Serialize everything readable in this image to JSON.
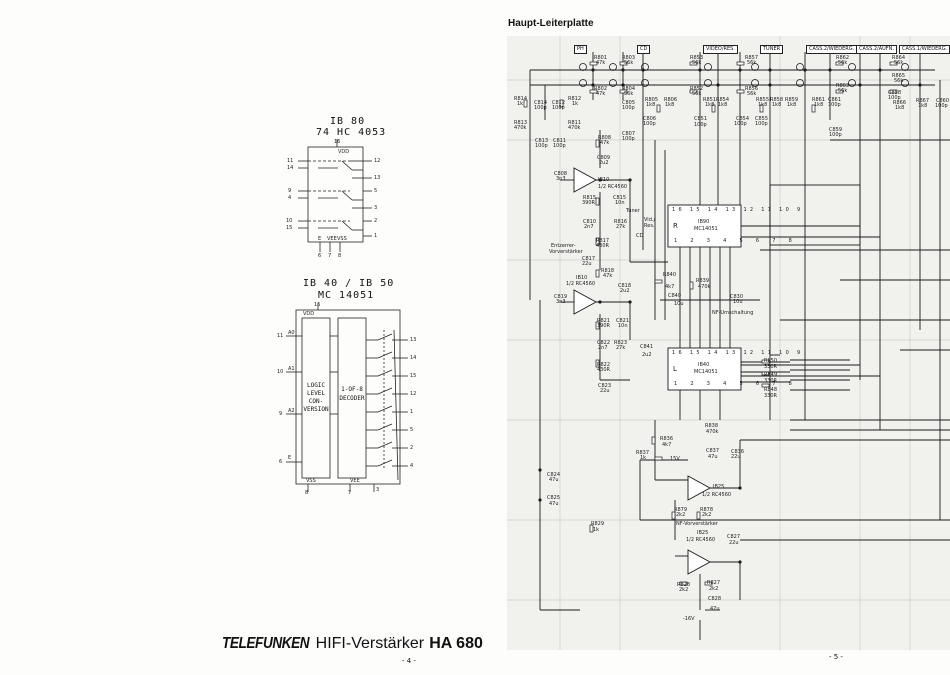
{
  "left_page": {
    "chip1": {
      "line1": "IB 80",
      "line2": "74 HC 4053",
      "pins": {
        "top": "16",
        "vdd": "VDD",
        "l11": "11",
        "l14": "14",
        "r12": "12",
        "r13": "13",
        "l9": "9",
        "l4": "4",
        "r5": "5",
        "r3": "3",
        "l10": "10",
        "l15": "15",
        "r2": "2",
        "r1": "1",
        "e": "E",
        "vee": "VEE",
        "vss": "VSS",
        "b6": "6",
        "b7": "7",
        "b8": "8"
      }
    },
    "chip2": {
      "line1": "IB 40 / IB 50",
      "line2": "MC 14051",
      "blocks": {
        "logic": [
          "LOGIC",
          "LEVEL",
          "CON-",
          "VERSION"
        ],
        "decoder": [
          "1-OF-8",
          "DECODER"
        ]
      },
      "pins": {
        "top": "16",
        "vdd": "VDD",
        "l11": "11",
        "l10": "10",
        "l9": "9",
        "l6": "6",
        "a0": "A0",
        "a1": "A1",
        "a2": "A2",
        "e": "E",
        "r13": "13",
        "r14": "14",
        "r15": "15",
        "r12": "12",
        "r1": "1",
        "r5": "5",
        "r2": "2",
        "r4": "4",
        "r3": "3",
        "vss": "VSS",
        "vee": "VEE",
        "b8": "8",
        "b7": "7"
      }
    },
    "footer": {
      "brand": "TELEFUNKEN",
      "model_prefix": "HIFI-Verstärker",
      "model": "HA 680",
      "page": "- 4 -"
    }
  },
  "right_page": {
    "title": "Haupt-Leiterplatte",
    "page": "- 5 -",
    "inputs": [
      "PH",
      "CD",
      "VIDEO/RES.",
      "TUNER",
      "CASS.2/WIEDERG.",
      "CASS.2/AUFN.",
      "CASS.1/WIEDERG."
    ],
    "blocks": {
      "ib90": {
        "name": "IB90",
        "type": "MC14051",
        "side": "R",
        "pins_top": [
          "16",
          "15",
          "14",
          "13",
          "12",
          "11",
          "10",
          "9"
        ],
        "pins_bot": [
          "1",
          "2",
          "3",
          "4",
          "5",
          "6",
          "7",
          "8"
        ]
      },
      "ib40": {
        "name": "IB40",
        "type": "MC14051",
        "side": "L",
        "pins_top": [
          "16",
          "15",
          "14",
          "13",
          "12",
          "11",
          "10",
          "9"
        ],
        "pins_bot": [
          "1",
          "2",
          "3",
          "4",
          "5",
          "6",
          "7",
          "8"
        ]
      },
      "ib10a": {
        "name": "IB10",
        "type": "1/2 RC4560"
      },
      "ib10b": {
        "name": "IB10",
        "type": "1/2 RC4560"
      },
      "ib25a": {
        "name": "IB25",
        "type": "1/2 RC4560"
      },
      "ib25b": {
        "name": "IB25",
        "type": "1/2 RC4560"
      }
    },
    "labels": {
      "entzerrer": [
        "Entzerrer-",
        "Vorverstärker"
      ],
      "nf_umschaltung": "NF-Umschaltung",
      "nf_vorverstaerker": "NF-Vorverstärker",
      "tuner": "Tuner",
      "vid_res": [
        "Vid./",
        "Res."
      ],
      "cd": "CD",
      "v15": "15V",
      "vminus": "-16V"
    },
    "components": [
      {
        "ref": "R801",
        "val": "47k"
      },
      {
        "ref": "R803",
        "val": "56k"
      },
      {
        "ref": "R853",
        "val": "56k"
      },
      {
        "ref": "R857",
        "val": "56k"
      },
      {
        "ref": "R862",
        "val": "56k"
      },
      {
        "ref": "R864",
        "val": "56k"
      },
      {
        "ref": "R802",
        "val": "47k"
      },
      {
        "ref": "R804",
        "val": "56k"
      },
      {
        "ref": "R852",
        "val": "56k"
      },
      {
        "ref": "R856",
        "val": "56k"
      },
      {
        "ref": "R863",
        "val": "56k"
      },
      {
        "ref": "R865",
        "val": "56k"
      },
      {
        "ref": "R814",
        "val": "1k"
      },
      {
        "ref": "C814",
        "val": "100p"
      },
      {
        "ref": "C812",
        "val": "100p"
      },
      {
        "ref": "R812",
        "val": "1k"
      },
      {
        "ref": "C805",
        "val": "100p"
      },
      {
        "ref": "R805",
        "val": "1k8"
      },
      {
        "ref": "R806",
        "val": "1k8"
      },
      {
        "ref": "R851",
        "val": "1k8"
      },
      {
        "ref": "R854",
        "val": "1k8"
      },
      {
        "ref": "R855",
        "val": "1k8"
      },
      {
        "ref": "R858",
        "val": "1k8"
      },
      {
        "ref": "R859",
        "val": "1k8"
      },
      {
        "ref": "R861",
        "val": "1k8"
      },
      {
        "ref": "C861",
        "val": "100p"
      },
      {
        "ref": "C806",
        "val": "100p"
      },
      {
        "ref": "C851",
        "val": "100p"
      },
      {
        "ref": "C854",
        "val": "100p"
      },
      {
        "ref": "C855",
        "val": "100p"
      },
      {
        "ref": "C859",
        "val": "100p"
      },
      {
        "ref": "R866",
        "val": "1k8"
      },
      {
        "ref": "C858",
        "val": "100p"
      },
      {
        "ref": "C860",
        "val": "100p"
      },
      {
        "ref": "R867",
        "val": "1k8"
      },
      {
        "ref": "R813",
        "val": "470k"
      },
      {
        "ref": "R811",
        "val": "470k"
      },
      {
        "ref": "C813",
        "val": "100p"
      },
      {
        "ref": "C811",
        "val": "100p"
      },
      {
        "ref": "R808",
        "val": "47k"
      },
      {
        "ref": "C807",
        "val": "100p"
      },
      {
        "ref": "C809",
        "val": "2u2"
      },
      {
        "ref": "C808",
        "val": "3n3"
      },
      {
        "ref": "R815",
        "val": "390R"
      },
      {
        "ref": "C815",
        "val": "10n"
      },
      {
        "ref": "C810",
        "val": "2n7"
      },
      {
        "ref": "R816",
        "val": "27k"
      },
      {
        "ref": "R817",
        "val": "430R"
      },
      {
        "ref": "C817",
        "val": "22u"
      },
      {
        "ref": "R818",
        "val": "47k"
      },
      {
        "ref": "C818",
        "val": "2u2"
      },
      {
        "ref": "C819",
        "val": "3n3"
      },
      {
        "ref": "R840",
        "val": "4k7"
      },
      {
        "ref": "R839",
        "val": "470k"
      },
      {
        "ref": "C840",
        "val": "10u"
      },
      {
        "ref": "C830",
        "val": "10u"
      },
      {
        "ref": "R821",
        "val": "390R"
      },
      {
        "ref": "C821",
        "val": "10n"
      },
      {
        "ref": "C822",
        "val": "2n7"
      },
      {
        "ref": "R823",
        "val": "27k"
      },
      {
        "ref": "C841",
        "val": "2u2"
      },
      {
        "ref": "R822",
        "val": "430R"
      },
      {
        "ref": "C823",
        "val": "22u"
      },
      {
        "ref": "R850",
        "val": "330R"
      },
      {
        "ref": "R849",
        "val": "330R"
      },
      {
        "ref": "R848",
        "val": "330R"
      },
      {
        "ref": "R838",
        "val": "470k"
      },
      {
        "ref": "R836",
        "val": "4k7"
      },
      {
        "ref": "C837",
        "val": "47u"
      },
      {
        "ref": "C836",
        "val": "22u"
      },
      {
        "ref": "R837",
        "val": "1k"
      },
      {
        "ref": "C824",
        "val": "47u"
      },
      {
        "ref": "C825",
        "val": "47u"
      },
      {
        "ref": "R879",
        "val": "2k2"
      },
      {
        "ref": "R878",
        "val": "2k2"
      },
      {
        "ref": "R829",
        "val": "1k"
      },
      {
        "ref": "C827",
        "val": "22u"
      },
      {
        "ref": "R828",
        "val": "2k2"
      },
      {
        "ref": "R827",
        "val": "2k2"
      },
      {
        "ref": "C828",
        "val": "47u"
      }
    ]
  }
}
